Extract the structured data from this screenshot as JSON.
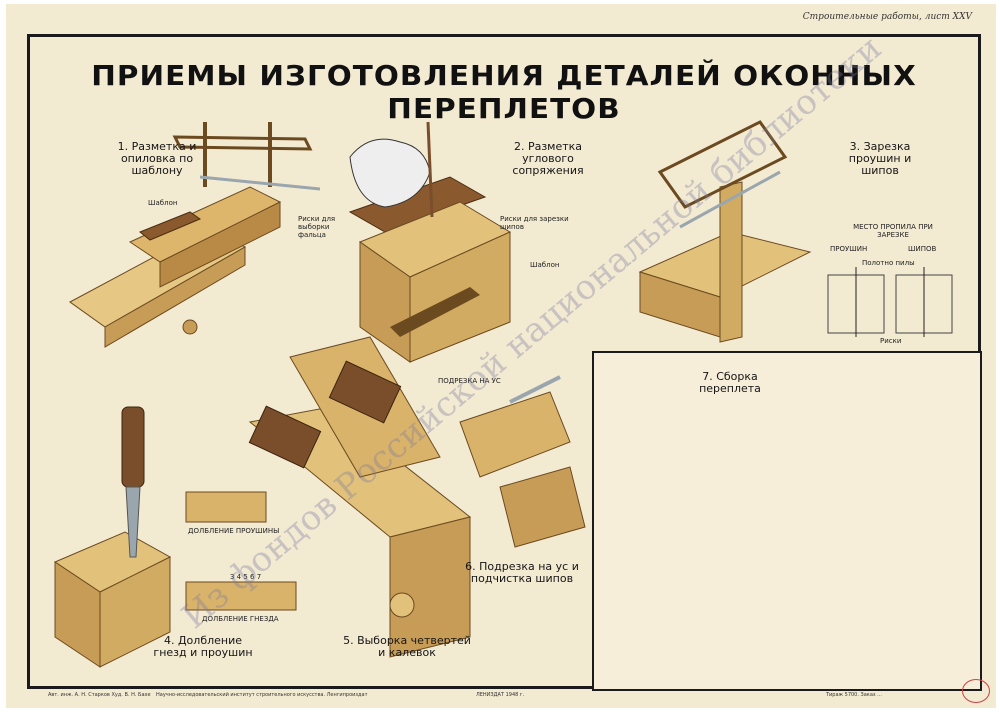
{
  "header": {
    "series": "Строительные работы, лист XXV",
    "title": "ПРИЕМЫ ИЗГОТОВЛЕНИЯ ДЕТАЛЕЙ ОКОННЫХ ПЕРЕПЛЕТОВ"
  },
  "steps": [
    {
      "caption": "1. Разметка и опиловка по шаблону"
    },
    {
      "caption": "2. Разметка углового сопряжения"
    },
    {
      "caption": "3. Зарезка проушин и шипов"
    },
    {
      "caption": "4. Долбление гнезд и проушин"
    },
    {
      "caption": "5. Выборка четвертей и калевок"
    },
    {
      "caption": "6. Подрезка на ус и подчистка шипов"
    },
    {
      "caption": "7. Сборка переплета"
    }
  ],
  "labels": {
    "shablon1": "Шаблон",
    "riski_falca": "Риски для выборки фальца",
    "riski_zarezki": "Риски для зарезки шипов",
    "shablon2": "Шаблон",
    "mesto_propila": "МЕСТО ПРОПИЛА ПРИ ЗАРЕЗКЕ",
    "proushin": "ПРОУШИН",
    "shipov": "ШИПОВ",
    "polotno": "Полотно пилы",
    "riski": "Риски",
    "podrezka": "ПОДРЕЗКА НА УС",
    "dolb_proushiny": "ДОЛБЛЕНИЕ ПРОУШИНЫ",
    "dolb_gnezda": "ДОЛБЛЕНИЕ ГНЕЗДА",
    "chisla": "3 4 5 6 7"
  },
  "footer": {
    "authors": "Авт. инж. А. Н. Старков   Худ. В. Н. Бахе",
    "publisher": "Научно-исследовательский институт строительного искусства. Ленгипроиздат",
    "city": "ЛЕНИЗДАТ 1948 г.",
    "print": "Тираж 5700. Заказ ..."
  },
  "watermark": "Из фондов Российской национальной библиотеки",
  "colors": {
    "paper": "#f3ead2",
    "wood": "#e2c27a",
    "wood_dark": "#b98a45",
    "ink": "#1b1b1b",
    "tool": "#7a4e2a"
  }
}
